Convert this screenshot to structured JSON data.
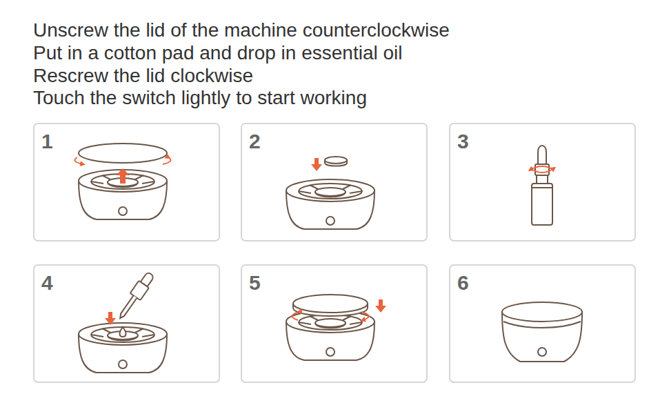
{
  "diagram": {
    "nodes": [
      {
        "text": [
          "1"
        ]
      },
      {
        "text": [
          "2"
        ]
      },
      {
        "text": [
          "3"
        ]
      },
      {
        "text": [
          "4"
        ]
      },
      {
        "text": [
          "5"
        ]
      },
      {
        "text": [
          "6"
        ]
      }
    ],
    "labels": [
      "Unscrew the lid of the machine counterclockwise",
      "Put in a cotton pad and drop in essential oil",
      "Rescrew the lid clockwise",
      "Touch the switch lightly to start working"
    ]
  }
}
